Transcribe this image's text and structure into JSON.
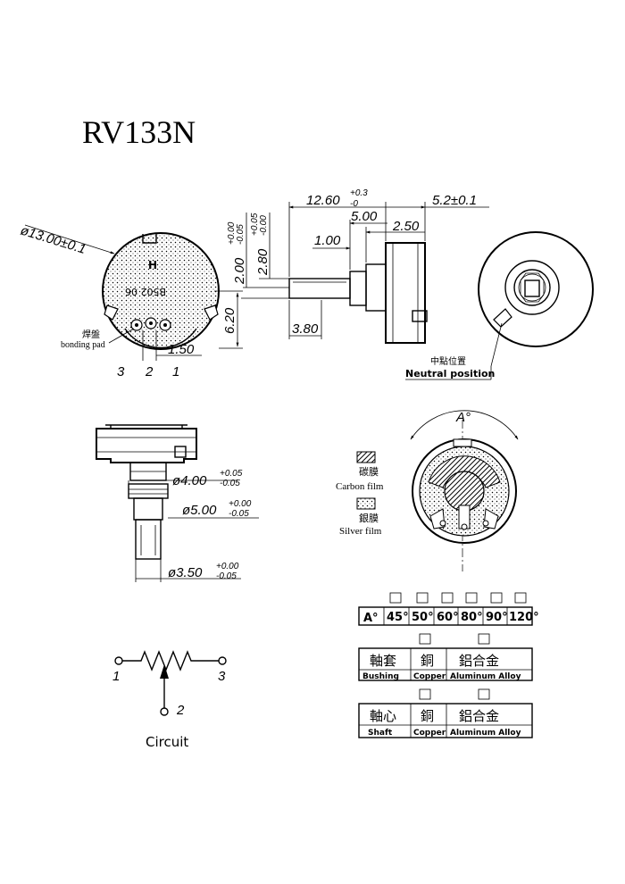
{
  "title": "RV133N",
  "front_view": {
    "dia": "ø13.00±0.1",
    "height": "6.20",
    "pitch": "1.50",
    "pin_labels": [
      "3",
      "2",
      "1"
    ],
    "pad_cn": "焊盤",
    "pad_en": "bonding pad",
    "marking": "B502 06"
  },
  "side_view": {
    "total": "12.60",
    "total_tol_up": "+0.3",
    "total_tol_dn": "-0",
    "d500": "5.00",
    "d250": "2.50",
    "d100": "1.00",
    "d380": "3.80",
    "d520": "5.2±0.1",
    "d200": "2.00",
    "d200_up": "+0.00",
    "d200_dn": "-0.05",
    "d280": "2.80",
    "d280_up": "+0.05",
    "d280_dn": "-0.00"
  },
  "back_view": {
    "neutral_cn": "中點位置",
    "neutral_en": "Neutral position"
  },
  "bottom_view": {
    "d400": "ø4.00",
    "d400_up": "+0.05",
    "d400_dn": "-0.05",
    "d500": "ø5.00",
    "d500_up": "+0.00",
    "d500_dn": "-0.05",
    "d350": "ø3.50",
    "d350_up": "+0.00",
    "d350_dn": "-0.05"
  },
  "legend": {
    "angle_label": "A°",
    "carbon_cn": "碳膜",
    "carbon_en": "Carbon film",
    "silver_cn": "銀膜",
    "silver_en": "Silver film"
  },
  "angle_table": {
    "header": "A°",
    "options": [
      "45°",
      "50°",
      "60°",
      "80°",
      "90°",
      "120°"
    ]
  },
  "bushing_table": {
    "cn": [
      "軸套",
      "銅",
      "鋁合金"
    ],
    "en": [
      "Bushing",
      "Copper",
      "Aluminum Alloy"
    ]
  },
  "shaft_table": {
    "cn": [
      "軸心",
      "銅",
      "鋁合金"
    ],
    "en": [
      "Shaft",
      "Copper",
      "Aluminum Alloy"
    ]
  },
  "circuit": {
    "label": "Circuit",
    "pins": [
      "1",
      "2",
      "3"
    ]
  }
}
